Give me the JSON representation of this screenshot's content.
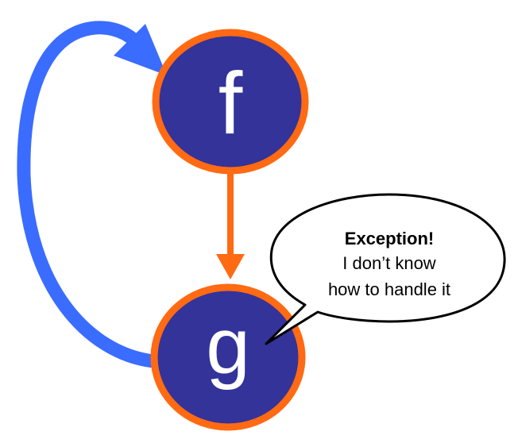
{
  "nodes": {
    "f": {
      "label": "f"
    },
    "g": {
      "label": "g"
    }
  },
  "bubble": {
    "title": "Exception!",
    "line1": "I don’t know",
    "line2": "how to handle it"
  },
  "colors": {
    "node_fill": "#33339a",
    "node_border": "#ff6a13",
    "call_arrow": "#ff6a13",
    "return_arrow": "#3a6cff",
    "bubble_fill": "#ffffff",
    "bubble_stroke": "#000000"
  }
}
